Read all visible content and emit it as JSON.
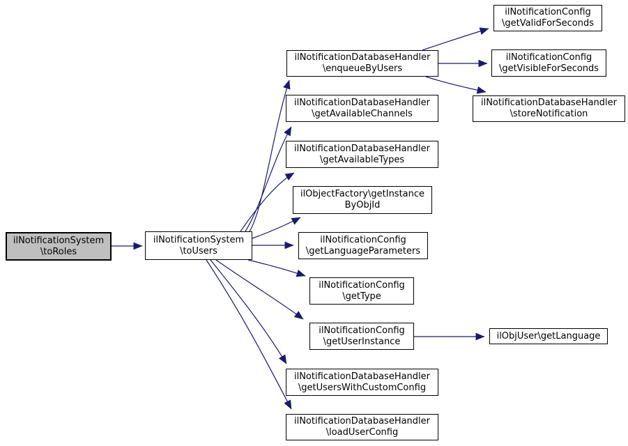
{
  "diagram": {
    "kind": "call-graph",
    "edge_color": "#191970",
    "node_border_color": "#000000",
    "current_node_fill": "#bfbfbf",
    "nodes": {
      "toRoles": {
        "line1": "ilNotificationSystem",
        "line2": "\\toRoles",
        "current": true
      },
      "toUsers": {
        "line1": "ilNotificationSystem",
        "line2": "\\toUsers"
      },
      "enqueueByUsers": {
        "line1": "ilNotificationDatabaseHandler",
        "line2": "\\enqueueByUsers"
      },
      "getValidForSeconds": {
        "line1": "ilNotificationConfig",
        "line2": "\\getValidForSeconds"
      },
      "getVisibleForSeconds": {
        "line1": "ilNotificationConfig",
        "line2": "\\getVisibleForSeconds"
      },
      "storeNotification": {
        "line1": "ilNotificationDatabaseHandler",
        "line2": "\\storeNotification"
      },
      "getAvailableChannels": {
        "line1": "ilNotificationDatabaseHandler",
        "line2": "\\getAvailableChannels"
      },
      "getAvailableTypes": {
        "line1": "ilNotificationDatabaseHandler",
        "line2": "\\getAvailableTypes"
      },
      "getInstanceByObjId": {
        "line1": "ilObjectFactory\\getInstance",
        "line2": "ByObjId"
      },
      "getLanguageParameters": {
        "line1": "ilNotificationConfig",
        "line2": "\\getLanguageParameters"
      },
      "getType": {
        "line1": "ilNotificationConfig",
        "line2": "\\getType"
      },
      "getUserInstance": {
        "line1": "ilNotificationConfig",
        "line2": "\\getUserInstance"
      },
      "getLanguage": {
        "line1": "ilObjUser\\getLanguage"
      },
      "getUsersWithCustomConfig": {
        "line1": "ilNotificationDatabaseHandler",
        "line2": "\\getUsersWithCustomConfig"
      },
      "loadUserConfig": {
        "line1": "ilNotificationDatabaseHandler",
        "line2": "\\loadUserConfig"
      }
    },
    "edges": [
      {
        "from": "toRoles",
        "to": "toUsers"
      },
      {
        "from": "toUsers",
        "to": "enqueueByUsers"
      },
      {
        "from": "toUsers",
        "to": "getAvailableChannels"
      },
      {
        "from": "toUsers",
        "to": "getAvailableTypes"
      },
      {
        "from": "toUsers",
        "to": "getInstanceByObjId"
      },
      {
        "from": "toUsers",
        "to": "getLanguageParameters"
      },
      {
        "from": "toUsers",
        "to": "getType"
      },
      {
        "from": "toUsers",
        "to": "getUserInstance"
      },
      {
        "from": "toUsers",
        "to": "getUsersWithCustomConfig"
      },
      {
        "from": "toUsers",
        "to": "loadUserConfig"
      },
      {
        "from": "enqueueByUsers",
        "to": "getValidForSeconds"
      },
      {
        "from": "enqueueByUsers",
        "to": "getVisibleForSeconds"
      },
      {
        "from": "enqueueByUsers",
        "to": "storeNotification"
      },
      {
        "from": "getUserInstance",
        "to": "getLanguage"
      }
    ]
  }
}
